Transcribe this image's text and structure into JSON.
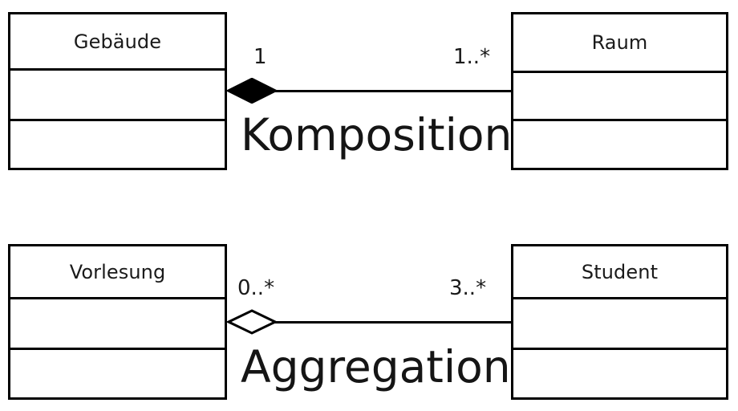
{
  "diagram": {
    "type": "uml-class-diagram",
    "language": "de",
    "background_color": "#ffffff",
    "stroke_color": "#000000",
    "text_color": "#1a1a1a"
  },
  "relations": [
    {
      "id": "komposition",
      "caption": "Komposition",
      "kind": "composition",
      "diamond_style": "filled",
      "source": {
        "class_name": "Gebäude",
        "multiplicity": "1",
        "compartments": 3
      },
      "target": {
        "class_name": "Raum",
        "multiplicity": "1..*",
        "compartments": 3
      }
    },
    {
      "id": "aggregation",
      "caption": "Aggregation",
      "kind": "aggregation",
      "diamond_style": "hollow",
      "source": {
        "class_name": "Vorlesung",
        "multiplicity": "0..*",
        "compartments": 3
      },
      "target": {
        "class_name": "Student",
        "multiplicity": "3..*",
        "compartments": 3
      }
    }
  ]
}
